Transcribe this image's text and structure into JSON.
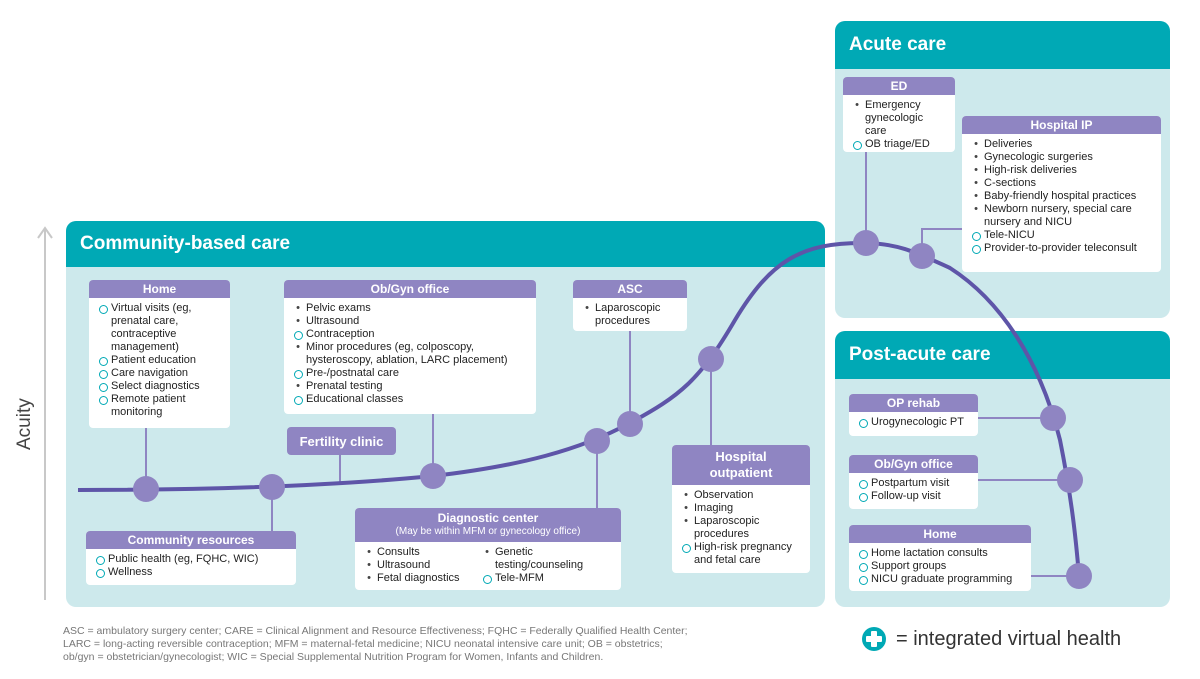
{
  "regions": {
    "community": "Community-based care",
    "acute": "Acute care",
    "post_acute": "Post-acute care"
  },
  "axis_label": "Acuity",
  "cards": {
    "home": {
      "title": "Home",
      "items": [
        {
          "text": "Virtual visits (eg, prenatal care, contraceptive management)",
          "virtual": true
        },
        {
          "text": "Patient education",
          "virtual": true
        },
        {
          "text": "Care navigation",
          "virtual": true
        },
        {
          "text": "Select diagnostics",
          "virtual": true
        },
        {
          "text": "Remote patient monitoring",
          "virtual": true
        }
      ]
    },
    "obgyn": {
      "title": "Ob/Gyn office",
      "items": [
        {
          "text": "Pelvic exams",
          "virtual": false
        },
        {
          "text": "Ultrasound",
          "virtual": false
        },
        {
          "text": "Contraception",
          "virtual": true
        },
        {
          "text": "Minor procedures (eg, colposcopy, hysteroscopy, ablation, LARC placement)",
          "virtual": false
        },
        {
          "text": "Pre-/postnatal care",
          "virtual": true
        },
        {
          "text": "Prenatal testing",
          "virtual": false
        },
        {
          "text": "Educational classes",
          "virtual": true
        }
      ]
    },
    "asc": {
      "title": "ASC",
      "items": [
        {
          "text": "Laparoscopic procedures",
          "virtual": false
        }
      ]
    },
    "community_resources": {
      "title": "Community resources",
      "items": [
        {
          "text": "Public health (eg, FQHC, WIC)",
          "virtual": true
        },
        {
          "text": "Wellness",
          "virtual": true
        }
      ]
    },
    "diagnostic": {
      "title": "Diagnostic center",
      "subtitle": "(May be within MFM or gynecology office)",
      "col1": [
        {
          "text": "Consults",
          "virtual": false
        },
        {
          "text": "Ultrasound",
          "virtual": false
        },
        {
          "text": "Fetal diagnostics",
          "virtual": false
        }
      ],
      "col2": [
        {
          "text": "Genetic testing/counseling",
          "virtual": false
        },
        {
          "text": "Tele-MFM",
          "virtual": true
        }
      ]
    },
    "hospital_outpatient": {
      "title": "Hospital outpatient",
      "items": [
        {
          "text": "Observation",
          "virtual": false
        },
        {
          "text": "Imaging",
          "virtual": false
        },
        {
          "text": "Laparoscopic procedures",
          "virtual": false
        },
        {
          "text": "High-risk pregnancy and fetal care",
          "virtual": true
        }
      ]
    },
    "ed": {
      "title": "ED",
      "items": [
        {
          "text": "Emergency gynecologic care",
          "virtual": false
        },
        {
          "text": "OB triage/ED",
          "virtual": true
        }
      ]
    },
    "hospital_ip": {
      "title": "Hospital IP",
      "items": [
        {
          "text": "Deliveries",
          "virtual": false
        },
        {
          "text": "Gynecologic surgeries",
          "virtual": false
        },
        {
          "text": "High-risk deliveries",
          "virtual": false
        },
        {
          "text": "C-sections",
          "virtual": false
        },
        {
          "text": "Baby-friendly hospital practices",
          "virtual": false
        },
        {
          "text": "Newborn nursery, special care nursery and NICU",
          "virtual": false
        },
        {
          "text": "Tele-NICU",
          "virtual": true
        },
        {
          "text": "Provider-to-provider teleconsult",
          "virtual": true
        }
      ]
    },
    "op_rehab": {
      "title": "OP rehab",
      "items": [
        {
          "text": "Urogynecologic PT",
          "virtual": true
        }
      ]
    },
    "post_obgyn": {
      "title": "Ob/Gyn office",
      "items": [
        {
          "text": "Postpartum visit",
          "virtual": true
        },
        {
          "text": "Follow-up visit",
          "virtual": true
        }
      ]
    },
    "post_home": {
      "title": "Home",
      "items": [
        {
          "text": "Home lactation consults",
          "virtual": true
        },
        {
          "text": "Support groups",
          "virtual": true
        },
        {
          "text": "NICU graduate programming",
          "virtual": true
        }
      ]
    }
  },
  "labels": {
    "fertility": "Fertility clinic"
  },
  "footnote": [
    "ASC = ambulatory surgery center; CARE = Clinical Alignment and Resource Effectiveness; FQHC = Federally Qualified Health Center;",
    "LARC = long-acting reversible contraception; MFM = maternal-fetal medicine; NICU neonatal intensive care unit; OB = obstetrics;",
    "ob/gyn = obstetrician/gynecologist; WIC = Special Supplemental Nutrition Program for Women, Infants and Children."
  ],
  "legend": "= integrated virtual health",
  "colors": {
    "teal": "#00a9b5",
    "light_teal": "#cde9ec",
    "purple": "#8f85c2",
    "curve": "#5e55a8"
  }
}
